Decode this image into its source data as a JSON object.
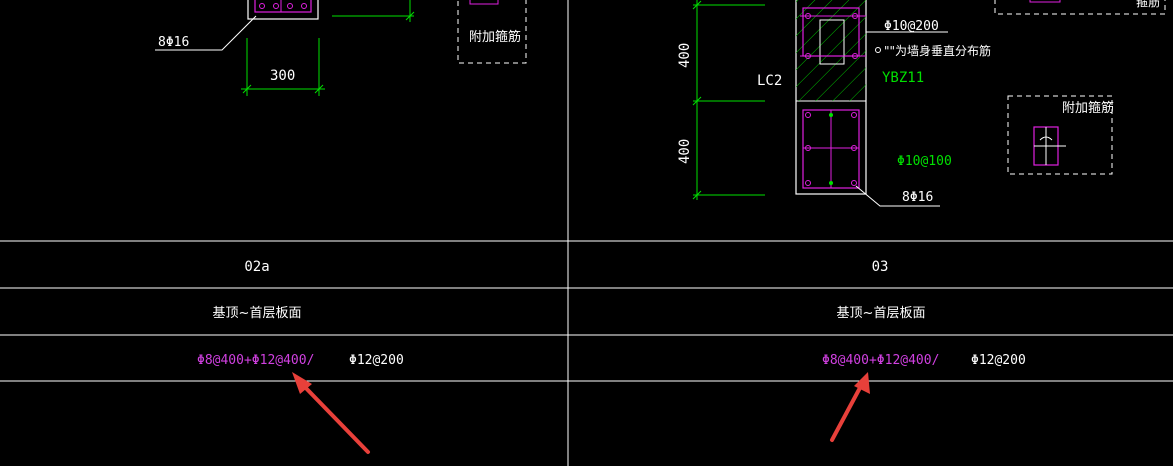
{
  "colors": {
    "background": "#000000",
    "line_white": "#ffffff",
    "dim_green": "#00e000",
    "rebar_magenta": "#e020e0",
    "text_white": "#ffffff",
    "annotation_magenta": "#d040e0",
    "arrow_red": "#e8403a",
    "hatch_green": "#00c000"
  },
  "left_panel": {
    "rebar_label": "8Φ16",
    "width_dim": "300",
    "extra_stirrup_label": "附加箍筋"
  },
  "right_panel": {
    "stirrup_top_label": "Φ10@200",
    "wall_note": "\"\"为墙身垂直分布筋",
    "component_code": "YBZ11",
    "lc_label": "LC2",
    "height_dim_upper": "400",
    "height_dim_lower": "400",
    "stirrup_label": "Φ10@100",
    "rebar_label": "8Φ16",
    "extra_stirrup_label": "附加箍筋",
    "top_right_clip_text": "箍筋"
  },
  "table": {
    "columns": [
      {
        "number": "02a",
        "location": "基顶~首层板面",
        "reinforcement_magenta": "Φ8@400+Φ12@400/",
        "reinforcement_white": "Φ12@200"
      },
      {
        "number": "03",
        "location": "基顶~首层板面",
        "reinforcement_magenta": "Φ8@400+Φ12@400/",
        "reinforcement_white": "Φ12@200"
      }
    ]
  }
}
